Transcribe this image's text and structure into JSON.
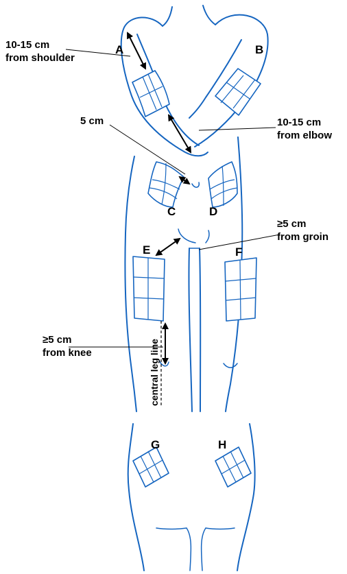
{
  "sites": {
    "a": "A",
    "b": "B",
    "c": "C",
    "d": "D",
    "e": "E",
    "f": "F",
    "g": "G",
    "h": "H"
  },
  "annotations": {
    "shoulder_line1": "10-15 cm",
    "shoulder_line2": "from shoulder",
    "navel": "5 cm",
    "elbow_line1": "10-15 cm",
    "elbow_line2": "from elbow",
    "groin_line1": "≥5 cm",
    "groin_line2": "from groin",
    "knee_line1": "≥5 cm",
    "knee_line2": "from knee",
    "central_leg_line": "central leg line"
  },
  "colors": {
    "outline": "#1565c0",
    "annotation": "#000000"
  }
}
